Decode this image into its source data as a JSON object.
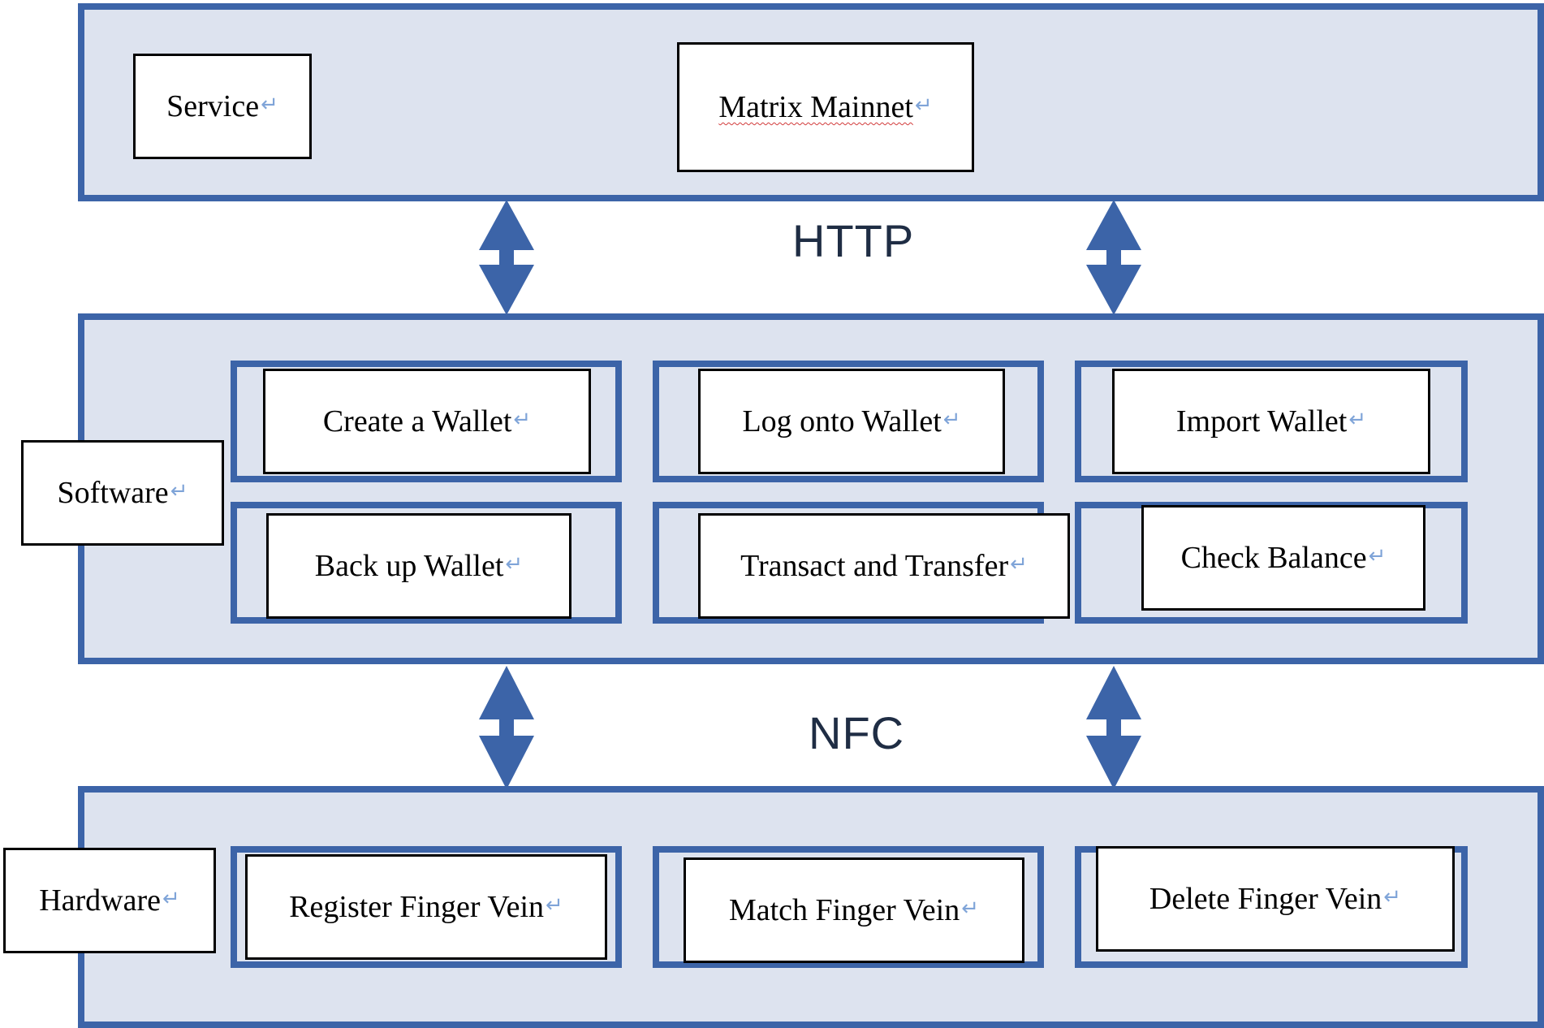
{
  "service_layer": {
    "label": "Service",
    "node": "Matrix Mainnet"
  },
  "connections": {
    "top": "HTTP",
    "bottom": "NFC"
  },
  "software_layer": {
    "label": "Software",
    "nodes": [
      "Create a Wallet",
      "Log onto Wallet",
      "Import Wallet",
      "Back up Wallet",
      "Transact and Transfer",
      "Check Balance"
    ]
  },
  "hardware_layer": {
    "label": "Hardware",
    "nodes": [
      "Register Finger Vein",
      "Match Finger Vein",
      "Delete Finger Vein"
    ]
  },
  "colors": {
    "layer_fill": "#dde3ef",
    "layer_border": "#3c64a8",
    "arrow": "#3c64a8",
    "paragraph_mark": "#7fa4d8"
  },
  "paragraph_mark_glyph": "↵"
}
